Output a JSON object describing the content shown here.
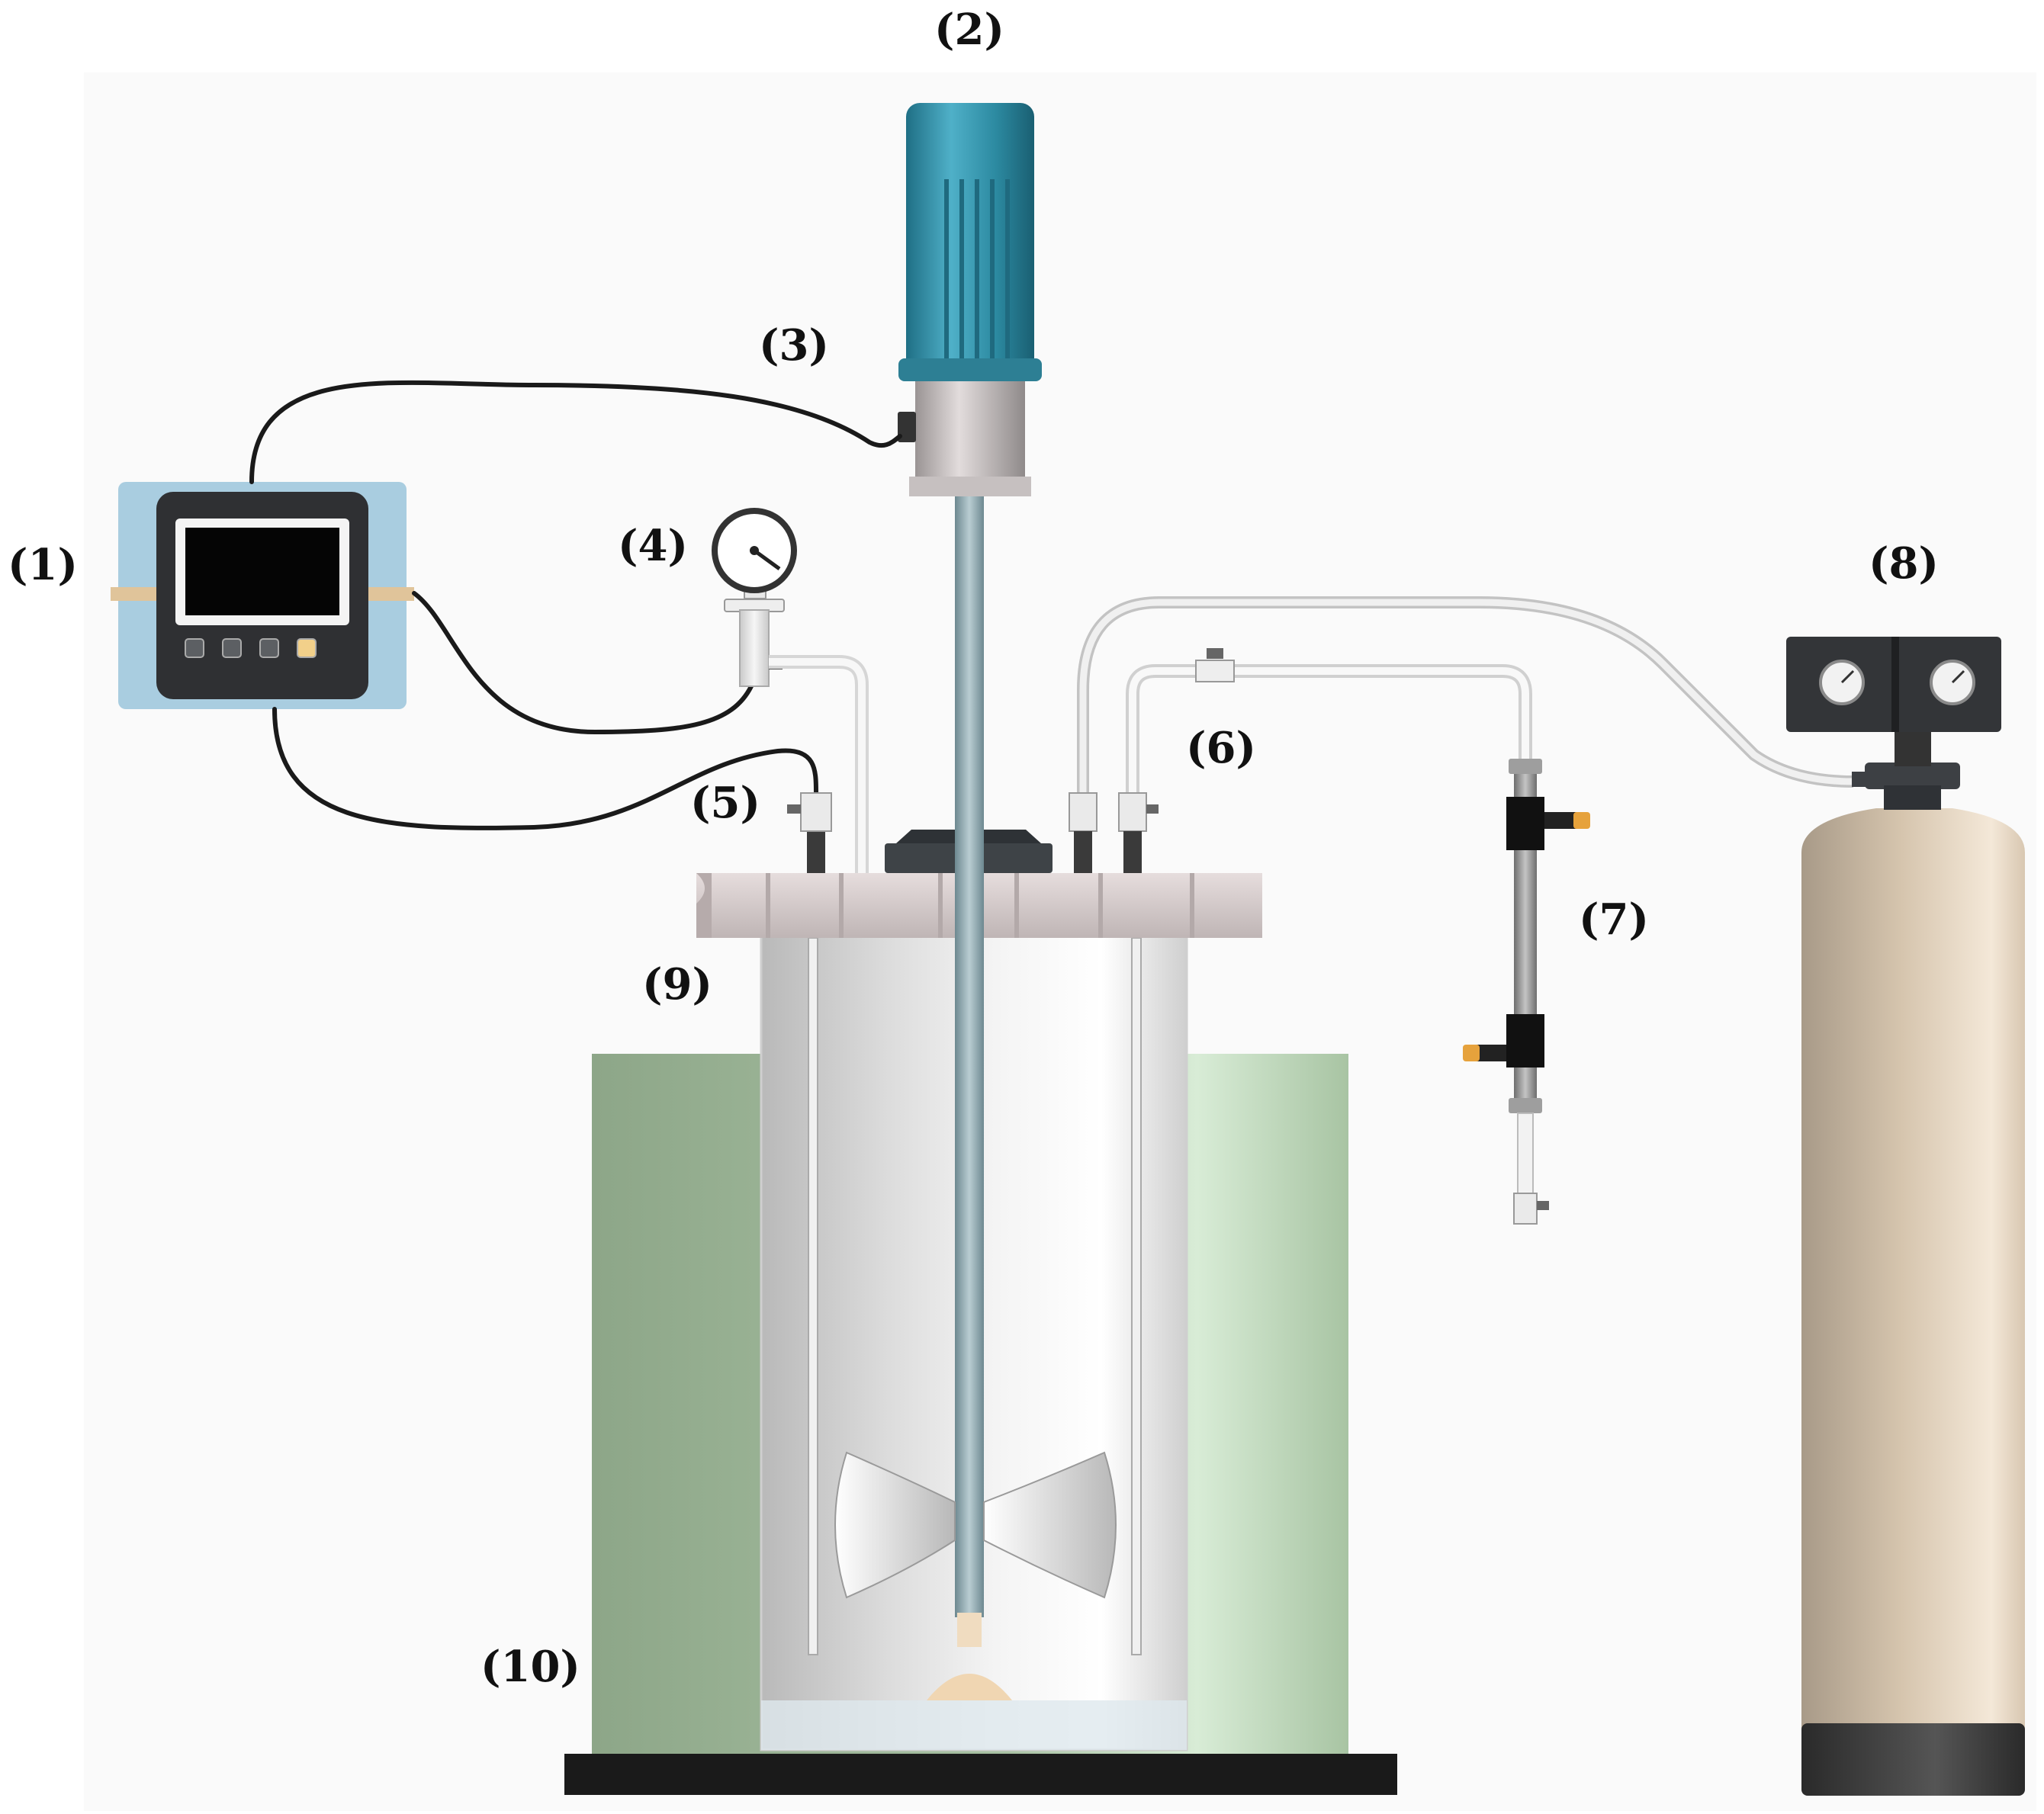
{
  "labels": {
    "controller": "(1)",
    "motor": "(2)",
    "motor_connector": "(3)",
    "pressure_gauge": "(4)",
    "inlet_valve": "(5)",
    "gas_line": "(6)",
    "sampling_tube": "(7)",
    "gas_cylinder": "(8)",
    "reactor_vessel": "(9)",
    "heating_jacket": "(10)"
  },
  "colors": {
    "motor_cap": "#2f8ba2",
    "controller_housing": "#a9cde0",
    "jacket": "#93ab8e",
    "cylinder_body": "#d9c7b0",
    "base_plate": "#1a1a1a",
    "lid": "#d4cbcb"
  },
  "icons": [
    "display-screen",
    "gauge-dial",
    "impeller",
    "valve"
  ]
}
